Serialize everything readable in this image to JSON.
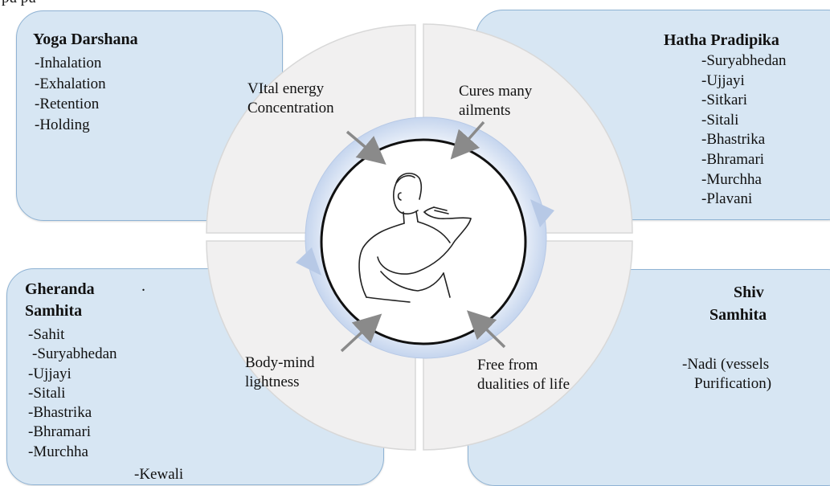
{
  "top_fragment": "pu pu",
  "boxes": {
    "yoga_darshana": {
      "title": "Yoga Darshana",
      "items": [
        "-Inhalation",
        "-Exhalation",
        "-Retention",
        "-Holding"
      ]
    },
    "hatha_pradipika": {
      "title": "Hatha Pradipika",
      "items": [
        "-Suryabhedan",
        "-Ujjayi",
        "-Sitkari",
        "-Sitali",
        "-Bhastrika",
        "-Bhramari",
        "-Murchha",
        "-Plavani"
      ]
    },
    "gheranda_samhita": {
      "title_line1": "Gheranda",
      "title_line2": "Samhita",
      "dot": ".",
      "items": [
        "-Sahit",
        "-Suryabhedan",
        "-Ujjayi",
        "-Sitali",
        "-Bhastrika",
        "-Bhramari",
        "-Murchha"
      ],
      "extra_item": "-Kewali"
    },
    "shiv_samhita": {
      "title_line1": "Shiv",
      "title_line2": "Samhita",
      "body_line1": "-Nadi (vessels",
      "body_line2": "Purification)"
    }
  },
  "quadrants": {
    "top_left": [
      "VItal energy",
      "Concentration"
    ],
    "top_right": [
      "Cures many",
      "ailments"
    ],
    "bottom_left": [
      "Body-mind",
      "lightness"
    ],
    "bottom_right": [
      "Free from",
      "dualities of life"
    ]
  },
  "center_image": "person-pranayama-nostril-breathing",
  "colors": {
    "box_fill": "#d7e6f3",
    "quadrant_fill": "#f1f0f0",
    "ring": "#b7c9e6",
    "arrow": "#8a8a8a"
  }
}
